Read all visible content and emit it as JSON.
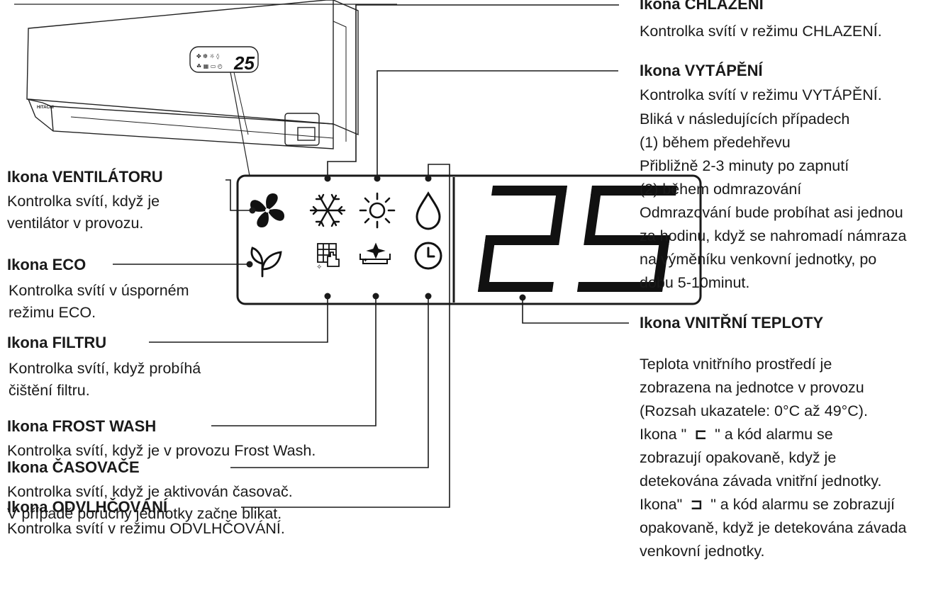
{
  "unit": {
    "brand": "HITACHI",
    "mini_display": "25"
  },
  "panel": {
    "temperature": "25"
  },
  "labels": {
    "ventilator": {
      "title": "Ikona VENTILÁTORU",
      "lines": [
        "Kontrolka svítí, když je",
        "ventilátor v provozu."
      ]
    },
    "eco": {
      "title": "Ikona ECO",
      "lines": [
        "Kontrolka svítí v úsporném",
        "režimu ECO."
      ]
    },
    "filtr": {
      "title": "Ikona FILTRU",
      "lines": [
        "Kontrolka svítí, když probíhá",
        "čištění filtru."
      ]
    },
    "frost_wash": {
      "title": "Ikona FROST WASH",
      "lines": [
        "Kontrolka svítí, když je v provozu  Frost Wash."
      ]
    },
    "casovac": {
      "title": "Ikona ČASOVAČE",
      "lines": [
        "Kontrolka svítí, když je aktivován časovač.",
        "V případě poruchy jednotky začne blikat."
      ]
    },
    "odvlhcovani": {
      "title": "Ikona ODVLHČOVÁNÍ",
      "lines": [
        "Kontrolka svítí v režimu ODVLHČOVÁNÍ."
      ]
    },
    "chlazeni": {
      "title": "Ikona CHLAZENÍ",
      "lines": [
        "Kontrolka svítí v režimu CHLAZENÍ."
      ]
    },
    "vytapeni": {
      "title": "Ikona VYTÁPĚNÍ",
      "lines": [
        "Kontrolka svítí v režimu VYTÁPĚNÍ.",
        "Bliká v následujících případech",
        "(1) během předehřevu",
        "Přibližně 2-3 minuty po zapnutí",
        "(2) během odmrazování",
        "Odmrazování bude probíhat asi jednou",
        "za hodinu, když se nahromadí námraza",
        "na výměníku venkovní jednotky, po",
        "dobu 5-10minut."
      ]
    },
    "vnitrni_teplota": {
      "title": "Ikona VNITŘNÍ TEPLOTY",
      "lines": [
        "Teplota vnitřního prostředí je",
        "zobrazena na jednotce v provozu",
        "(Rozsah ukazatele: 0°C až 49°C).",
        "Ikona \"",
        "\" a kód alarmu se",
        "zobrazují opakovaně, když je",
        "detekována závada vnitřní jednotky.",
        "Ikona\"",
        "\" a kód alarmu se zobrazují",
        "opakovaně, když je detekována závada",
        "venkovní jednotky."
      ]
    }
  }
}
